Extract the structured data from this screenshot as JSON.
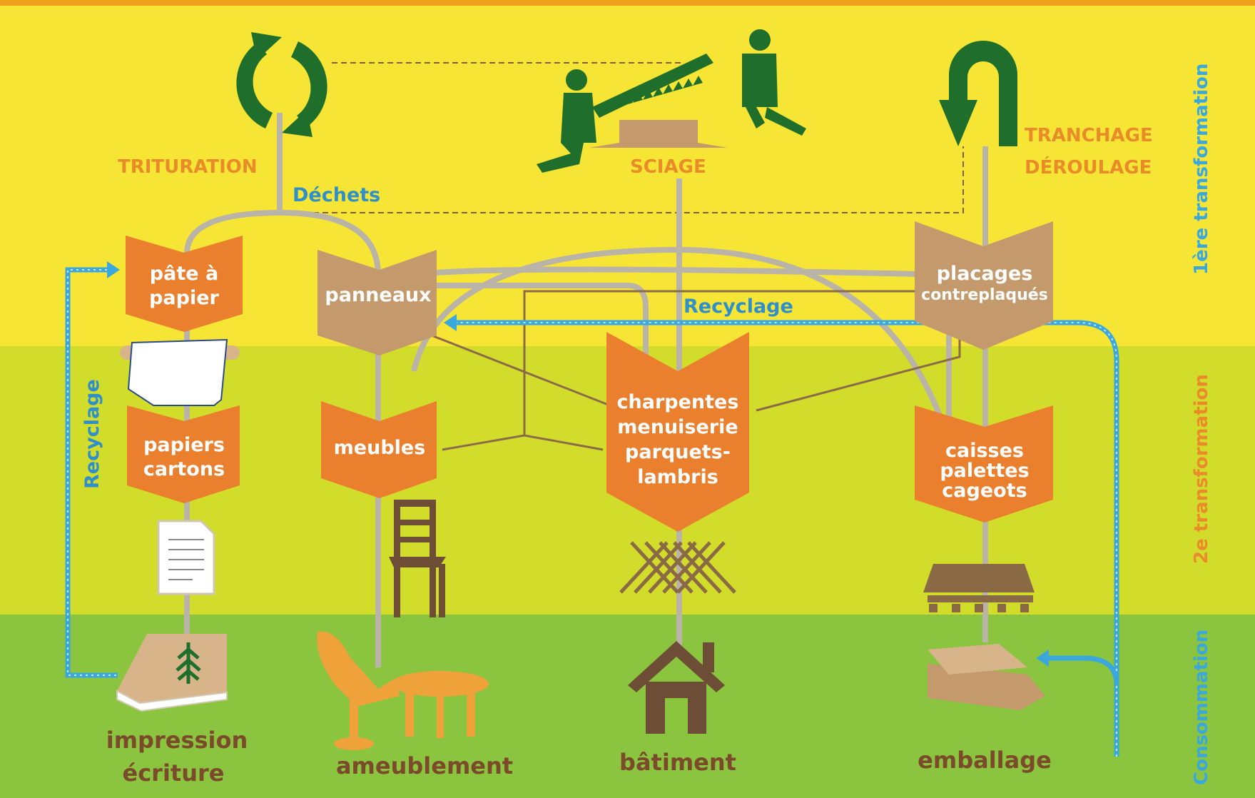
{
  "stages": {
    "first": "1ère transformation",
    "second": "2e transformation",
    "consumption": "Consommation"
  },
  "processes": {
    "trituration": "TRITURATION",
    "sciage": "SCIAGE",
    "tranchage_line1": "TRANCHAGE",
    "tranchage_line2": "DÉROULAGE"
  },
  "flows": {
    "dechets": "Déchets",
    "recyclage_horizontal": "Recyclage",
    "recyclage_vertical": "Recyclage"
  },
  "products_first": {
    "pate_line1": "pâte à",
    "pate_line2": "papier",
    "panneaux": "panneaux",
    "placages_line1": "placages",
    "placages_line2": "contreplaqués"
  },
  "products_second": {
    "papiers_line1": "papiers",
    "papiers_line2": "cartons",
    "meubles": "meubles",
    "charpentes_line1": "charpentes",
    "charpentes_line2": "menuiserie",
    "charpentes_line3": "parquets-",
    "charpentes_line4": "lambris",
    "caisses_line1": "caisses",
    "caisses_line2": "palettes",
    "caisses_line3": "cageots"
  },
  "consumption": {
    "impression_line1": "impression",
    "impression_line2": "écriture",
    "ameublement": "ameublement",
    "batiment": "bâtiment",
    "emballage": "emballage"
  },
  "colors": {
    "top_band": "#f6e534",
    "middle_band": "#d2dc2a",
    "bottom_band": "#8bc43f",
    "orange_box": "#ea7f2d",
    "tan_box": "#c49a6c",
    "dark_green_icon": "#1f6e2c",
    "brown_icon": "#6d4d36",
    "recycling_blue": "#3aa8dc",
    "connector_gray": "#b9b3a8"
  },
  "icons": [
    "recycle-arrows-icon",
    "two-person-saw-icon",
    "u-turn-arrow-icon",
    "paper-roll-icon",
    "document-icon",
    "chair-icon",
    "roof-frame-icon",
    "pallet-icon",
    "book-icon",
    "furniture-icon",
    "house-icon",
    "open-box-icon"
  ]
}
